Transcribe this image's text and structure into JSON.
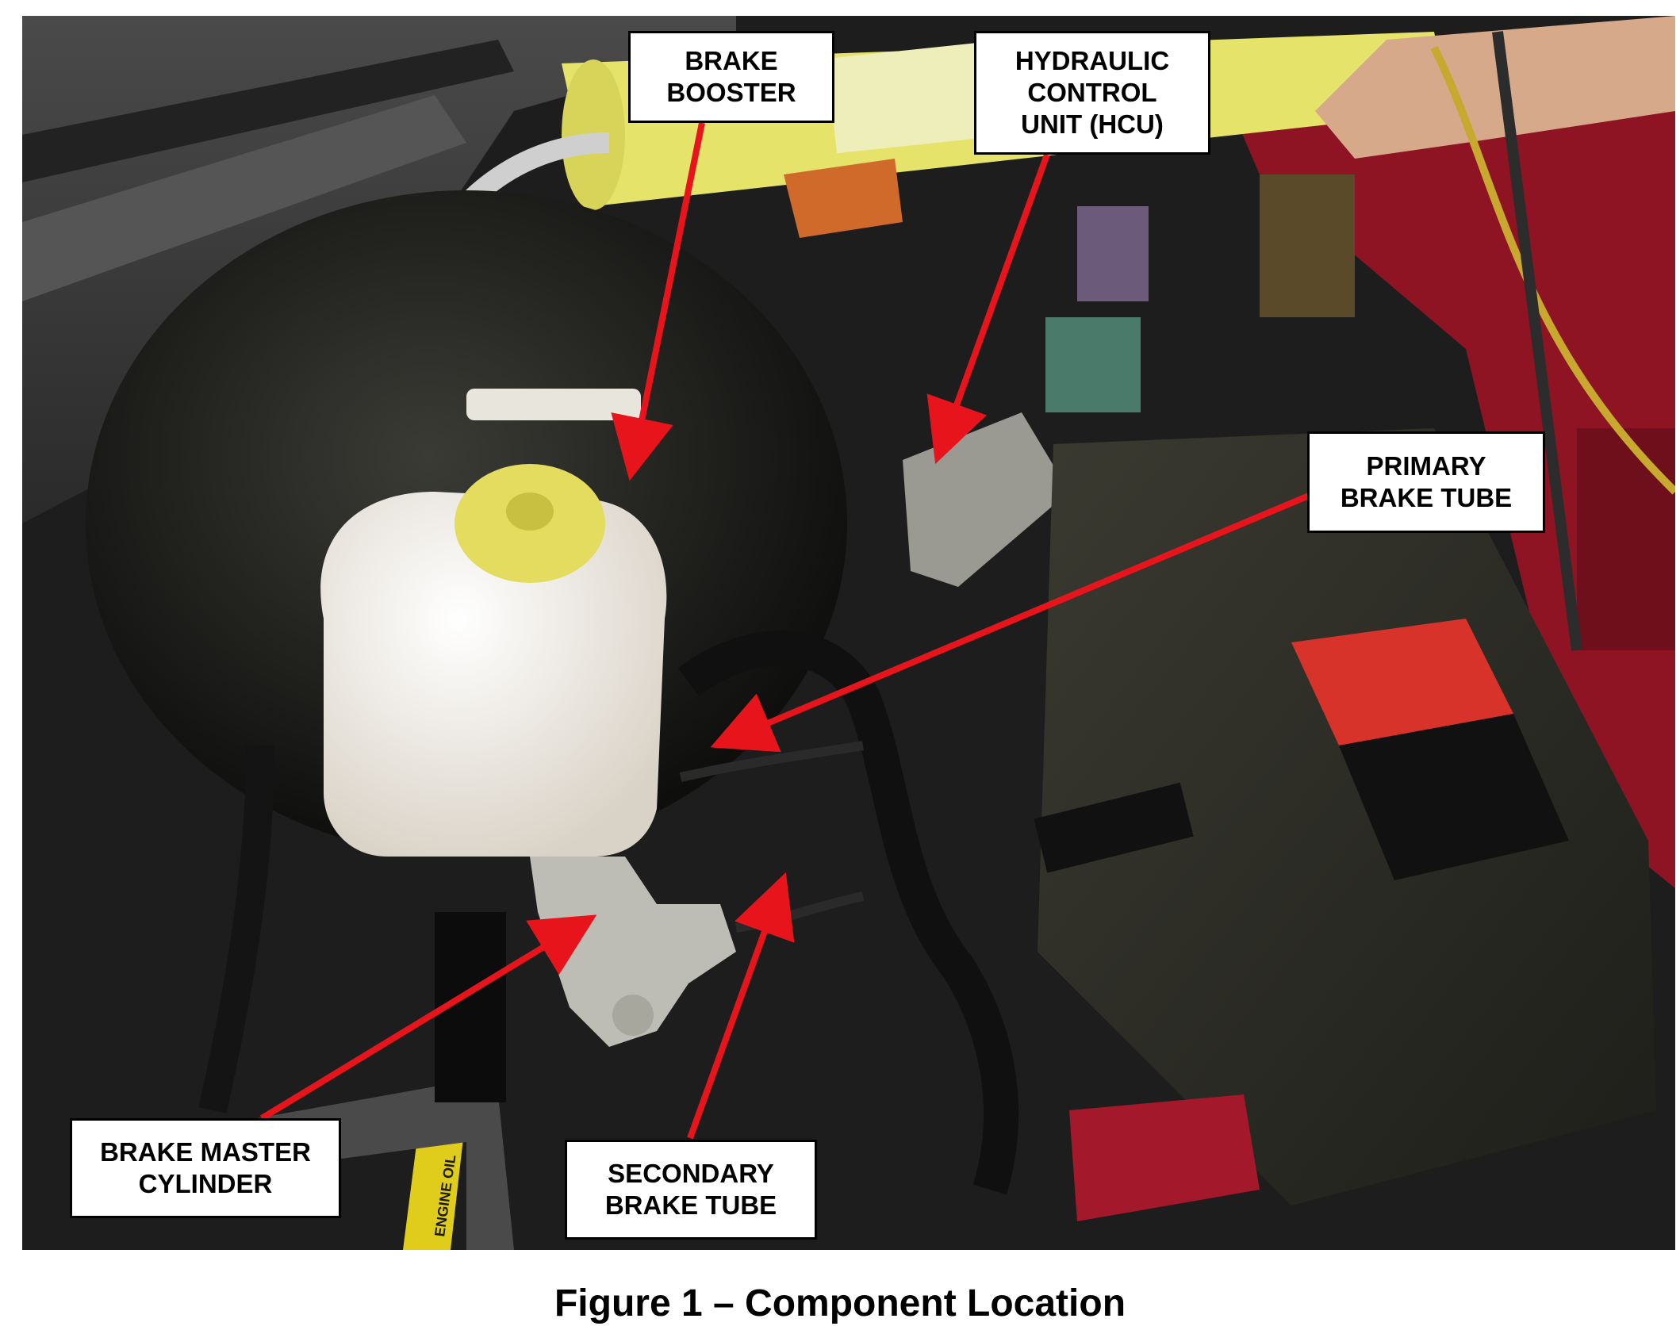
{
  "figure": {
    "caption": "Figure 1 – Component Location"
  },
  "callouts": {
    "brake_booster": {
      "line1": "BRAKE",
      "line2": "BOOSTER"
    },
    "hcu": {
      "line1": "HYDRAULIC",
      "line2": "CONTROL",
      "line3": "UNIT (HCU)"
    },
    "primary_tube": {
      "line1": "PRIMARY",
      "line2": "BRAKE TUBE"
    },
    "master_cylinder": {
      "line1": "BRAKE MASTER",
      "line2": "CYLINDER"
    },
    "secondary_tube": {
      "line1": "SECONDARY",
      "line2": "BRAKE TUBE"
    }
  },
  "photo_labels": {
    "dipstick": "ENGINE OIL"
  },
  "colors": {
    "arrow": "#e8141c",
    "callout_border": "#000000",
    "photo_background": "#1c1c1c",
    "reservoir": "#f1ece4",
    "cap": "#e4dc5e",
    "tool": "#e6e36a",
    "body_red": "#a3182a"
  }
}
